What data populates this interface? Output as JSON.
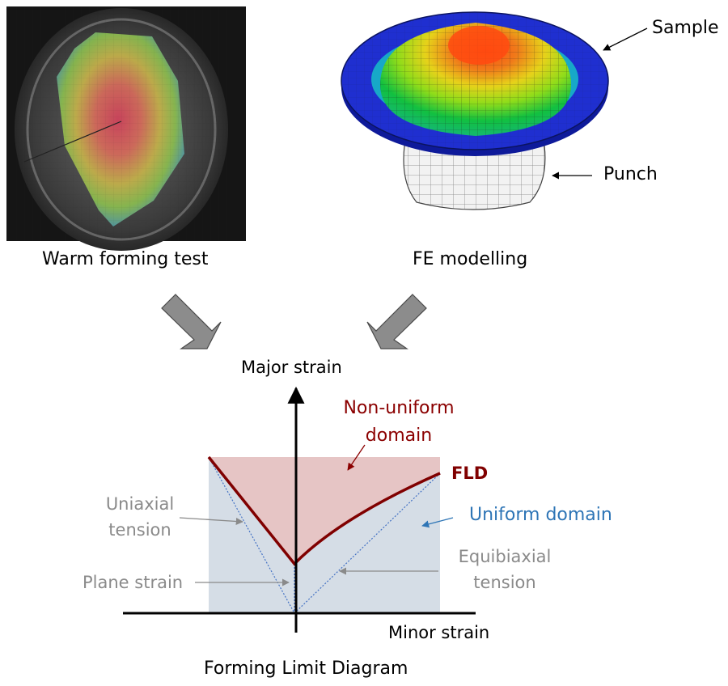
{
  "captions": {
    "warm_forming": "Warm forming test",
    "fe_modelling": "FE modelling",
    "fld_title": "Forming Limit Diagram"
  },
  "fe_labels": {
    "sample": "Sample",
    "punch": "Punch"
  },
  "axes": {
    "y_label": "Major strain",
    "x_label": "Minor strain"
  },
  "regions": {
    "non_uniform_line1": "Non-uniform",
    "non_uniform_line2": "domain",
    "uniform": "Uniform domain",
    "fld": "FLD"
  },
  "paths": {
    "uniaxial_line1": "Uniaxial",
    "uniaxial_line2": "tension",
    "plane_strain": "Plane strain",
    "equibiaxial_line1": "Equibiaxial",
    "equibiaxial_line2": "tension"
  },
  "colors": {
    "non_uniform_fill": "#e6c5c5",
    "uniform_fill": "#d5dde6",
    "fld_curve": "#800000",
    "non_uniform_text": "#8b0000",
    "uniform_text": "#2e75b6",
    "path_line": "#4472c4",
    "annotation_grey": "#8a8a8a",
    "sample_blue": "#1f2fd0",
    "block_arrow": "#8c8c8c"
  }
}
